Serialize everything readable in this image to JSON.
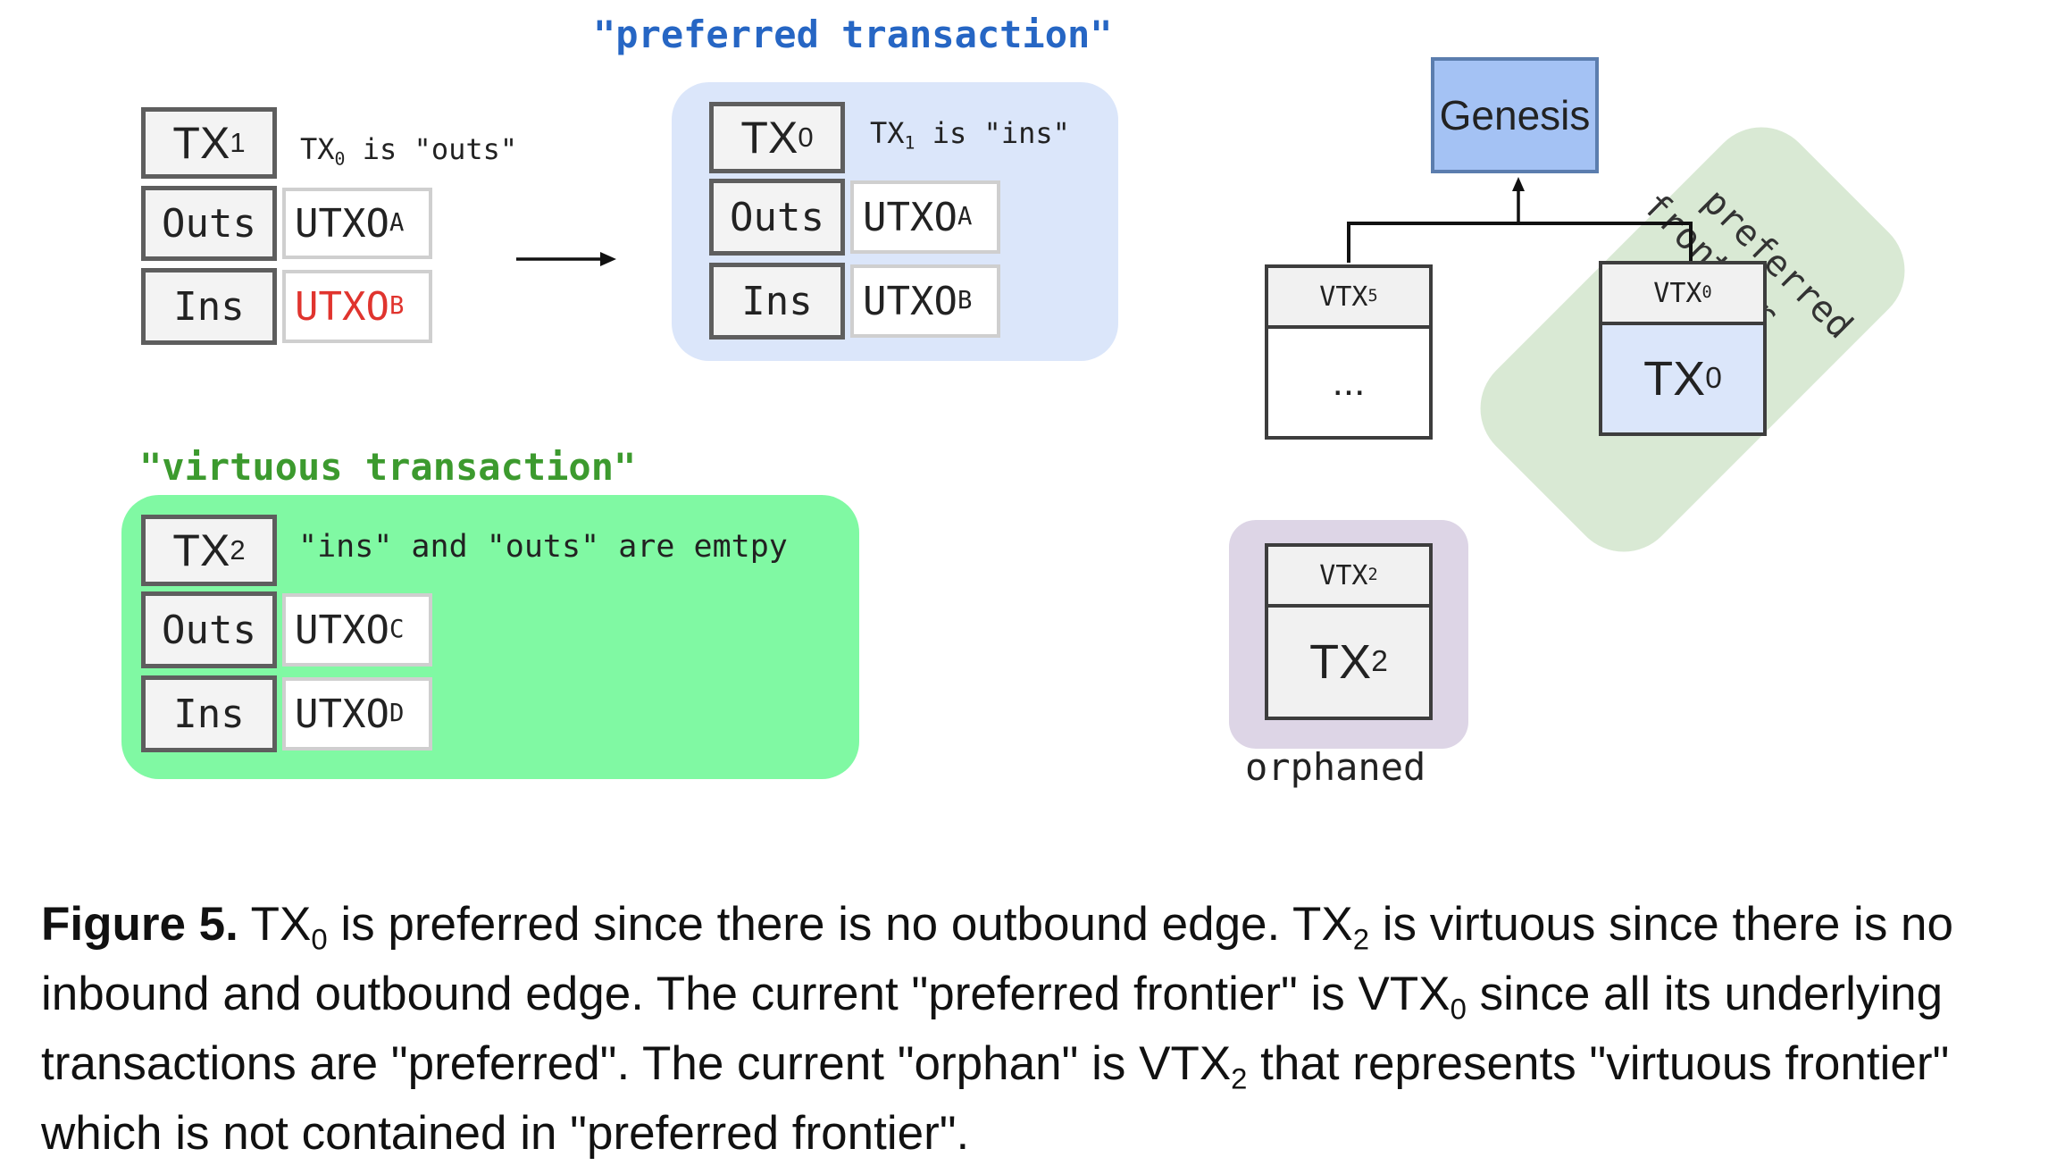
{
  "preferred_transaction": {
    "title": "\"preferred transaction\"",
    "title_color": "#2666c4",
    "panel_color": "#dbe6fa",
    "tx": {
      "base": "TX",
      "sub": "0"
    },
    "note": {
      "base": "TX",
      "sub": "1",
      "rest": " is \"ins\""
    },
    "outs_label": "Outs",
    "ins_label": "Ins",
    "outs_value": {
      "base": "UTXO",
      "sub": "A"
    },
    "ins_value": {
      "base": "UTXO",
      "sub": "B"
    }
  },
  "tx1_block": {
    "tx": {
      "base": "TX",
      "sub": "1"
    },
    "note": {
      "base": "TX",
      "sub": "0",
      "rest": " is \"outs\""
    },
    "outs_label": "Outs",
    "ins_label": "Ins",
    "outs_value": {
      "base": "UTXO",
      "sub": "A"
    },
    "ins_value": {
      "base": "UTXO",
      "sub": "B"
    },
    "ins_value_color": "#e0342e"
  },
  "virtuous_transaction": {
    "title": "\"virtuous transaction\"",
    "title_color": "#3c9a2e",
    "panel_color": "#80f9a3",
    "tx": {
      "base": "TX",
      "sub": "2"
    },
    "note": "\"ins\" and \"outs\" are emtpy",
    "outs_label": "Outs",
    "ins_label": "Ins",
    "outs_value": {
      "base": "UTXO",
      "sub": "C"
    },
    "ins_value": {
      "base": "UTXO",
      "sub": "D"
    }
  },
  "dag": {
    "genesis": "Genesis",
    "genesis_color": "#a4c2f4",
    "frontier_label_line1": "preferred",
    "frontier_label_line2": "frontier",
    "frontier_color": "#d9e9d4",
    "vtx5": {
      "header": {
        "base": "VTX",
        "sub": "5"
      },
      "body": "..."
    },
    "vtx0": {
      "header": {
        "base": "VTX",
        "sub": "0"
      },
      "body": {
        "base": "TX",
        "sub": "0"
      },
      "body_color": "#dbe6fa"
    },
    "vtx2": {
      "header": {
        "base": "VTX",
        "sub": "2"
      },
      "body": {
        "base": "TX",
        "sub": "2"
      }
    },
    "orphan_label": "orphaned",
    "orphan_color": "#ddd5e6"
  },
  "caption": {
    "label": "Figure 5.",
    "t1": " TX",
    "s1": "0",
    "t2": " is preferred since there is no outbound edge. TX",
    "s2": "2",
    "t3": " is virtuous since there is no inbound and outbound edge. The current \"preferred frontier\" is VTX",
    "s3": "0",
    "t4": " since all its underlying transactions are \"preferred\". The current \"orphan\" is VTX",
    "s4": "2",
    "t5": " that represents \"virtuous frontier\" which is not contained in \"preferred frontier\"."
  }
}
